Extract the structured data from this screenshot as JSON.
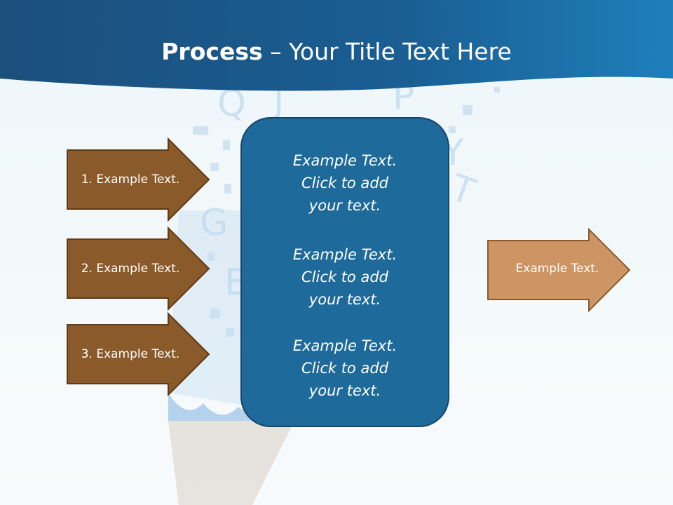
{
  "slide": {
    "title_bold": "Process",
    "title_rest": "– Your Title Text Here"
  },
  "inputs": [
    {
      "label": "1. Example Text."
    },
    {
      "label": "2. Example Text."
    },
    {
      "label": "3. Example Text."
    }
  ],
  "process_box": {
    "blocks": [
      {
        "lines": [
          "Example Text.",
          "Click  to add",
          "your text."
        ]
      },
      {
        "lines": [
          "Example Text.",
          "Click  to add",
          "your text."
        ]
      },
      {
        "lines": [
          "Example Text.",
          "Click  to add",
          "your text."
        ]
      }
    ]
  },
  "output": {
    "label": "Example Text."
  },
  "colors": {
    "header": "#1a5a8a",
    "input_arrow": "#8b5a2b",
    "output_arrow": "#cc9563",
    "process_box": "#1e6a9a"
  }
}
